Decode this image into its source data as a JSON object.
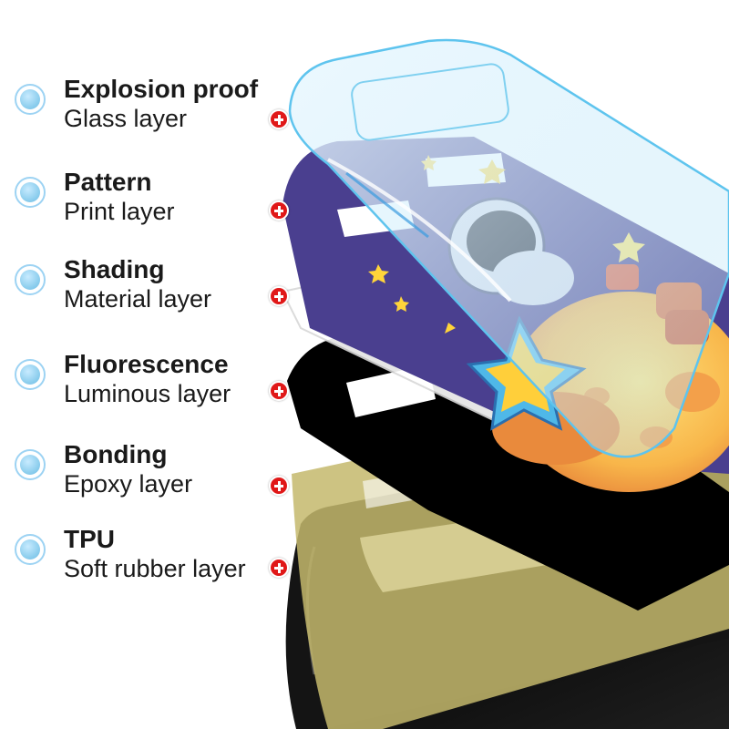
{
  "layers": [
    {
      "title": "Explosion proof",
      "subtitle": "Glass layer"
    },
    {
      "title": "Pattern",
      "subtitle": "Print layer"
    },
    {
      "title": "Shading",
      "subtitle": "Material layer"
    },
    {
      "title": "Fluorescence",
      "subtitle": "Luminous layer"
    },
    {
      "title": "Bonding",
      "subtitle": "Epoxy layer"
    },
    {
      "title": "TPU",
      "subtitle": "Soft rubber layer"
    }
  ],
  "colors": {
    "bullet": "#8fcfee",
    "plus_marker": "#e01818",
    "glass_edge": "#5ec4ee",
    "print_background": "#4a3f8f",
    "shading_layer": "#000000",
    "epoxy_layer": "#c8bd7a",
    "tpu_layer": "#111111"
  },
  "icons": [
    "circle-bullet-icon",
    "plus-marker-icon"
  ]
}
